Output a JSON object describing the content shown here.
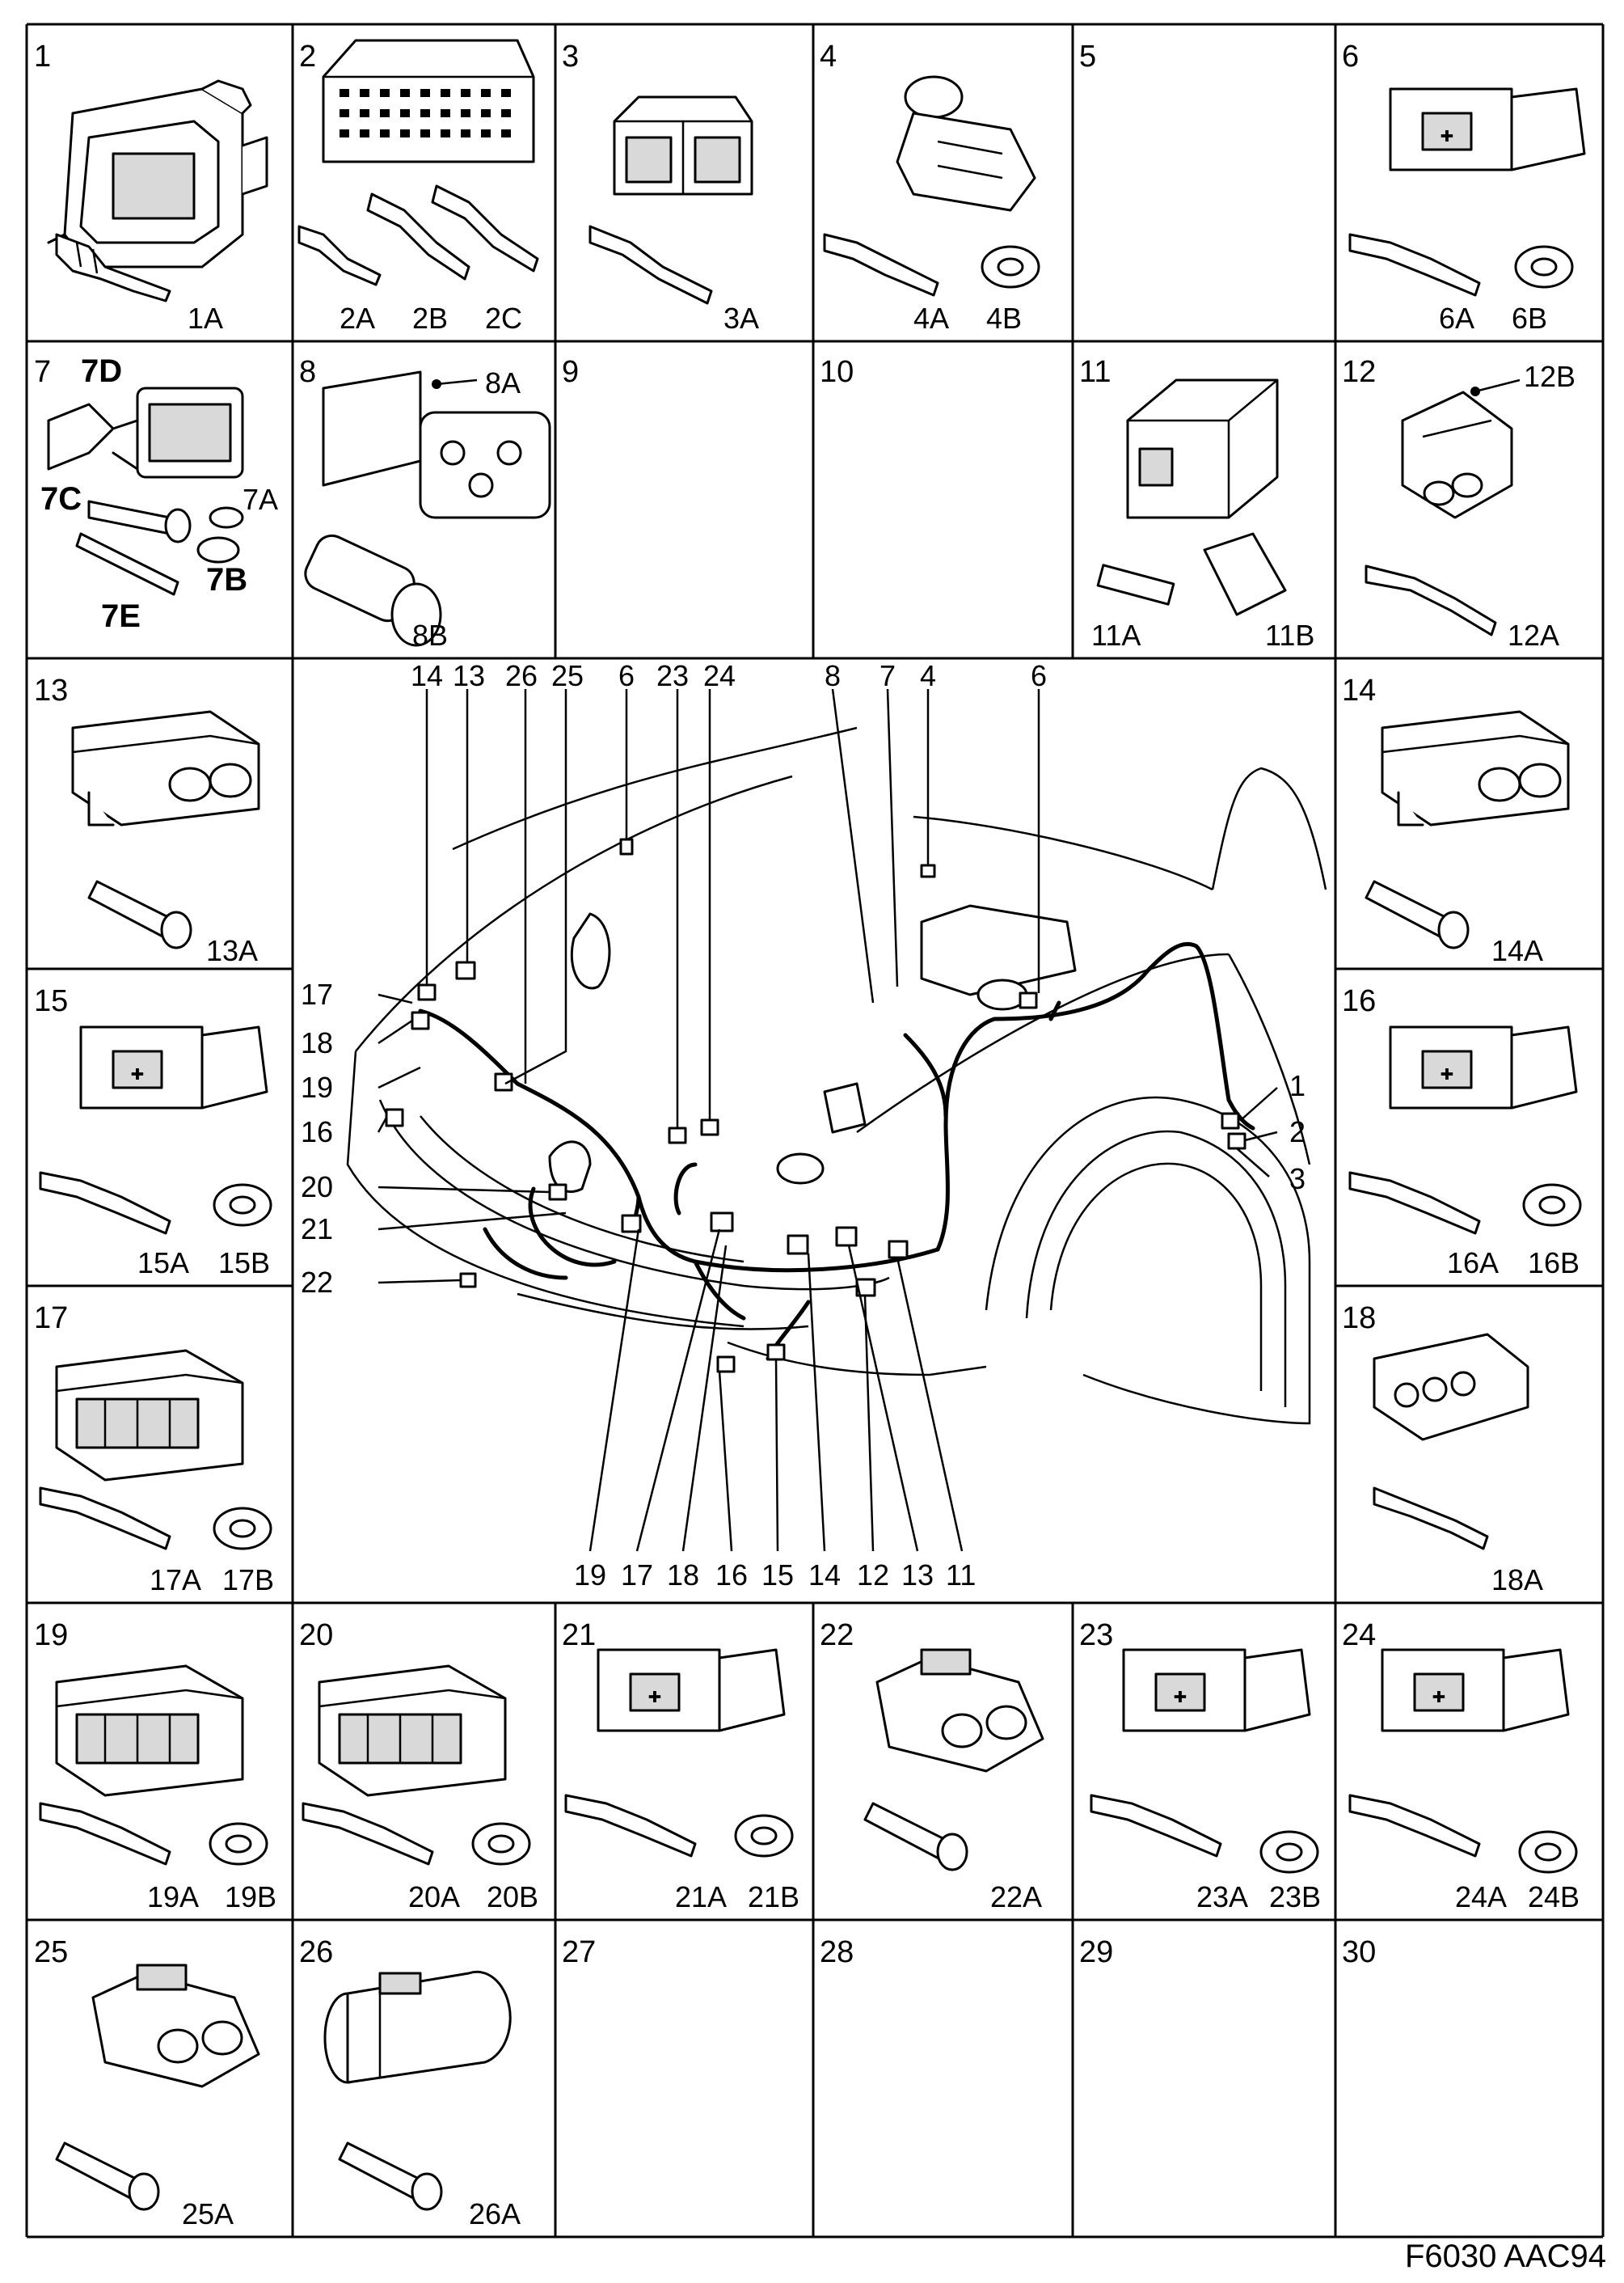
{
  "figure_code": "F6030 AAC94",
  "cells": [
    {
      "num": "1",
      "parts": [
        "1A"
      ]
    },
    {
      "num": "2",
      "parts": [
        "2A",
        "2B",
        "2C"
      ]
    },
    {
      "num": "3",
      "parts": [
        "3A"
      ]
    },
    {
      "num": "4",
      "parts": [
        "4A",
        "4B"
      ]
    },
    {
      "num": "5",
      "parts": []
    },
    {
      "num": "6",
      "parts": [
        "6A",
        "6B"
      ]
    },
    {
      "num": "7",
      "parts": [
        "7D",
        "7C",
        "7A",
        "7B",
        "7E"
      ]
    },
    {
      "num": "8",
      "parts": [
        "8A",
        "8B"
      ]
    },
    {
      "num": "9",
      "parts": []
    },
    {
      "num": "10",
      "parts": []
    },
    {
      "num": "11",
      "parts": [
        "11A",
        "11B"
      ]
    },
    {
      "num": "12",
      "parts": [
        "12B",
        "12A"
      ]
    },
    {
      "num": "13",
      "parts": [
        "13A"
      ]
    },
    {
      "num": "14",
      "parts": [
        "14A"
      ]
    },
    {
      "num": "15",
      "parts": [
        "15A",
        "15B"
      ]
    },
    {
      "num": "16",
      "parts": [
        "16A",
        "16B"
      ]
    },
    {
      "num": "17",
      "parts": [
        "17A",
        "17B"
      ]
    },
    {
      "num": "18",
      "parts": [
        "18A"
      ]
    },
    {
      "num": "19",
      "parts": [
        "19A",
        "19B"
      ]
    },
    {
      "num": "20",
      "parts": [
        "20A",
        "20B"
      ]
    },
    {
      "num": "21",
      "parts": [
        "21A",
        "21B"
      ]
    },
    {
      "num": "22",
      "parts": [
        "22A"
      ]
    },
    {
      "num": "23",
      "parts": [
        "23A",
        "23B"
      ]
    },
    {
      "num": "24",
      "parts": [
        "24A",
        "24B"
      ]
    },
    {
      "num": "25",
      "parts": [
        "25A"
      ]
    },
    {
      "num": "26",
      "parts": [
        "26A"
      ]
    },
    {
      "num": "27",
      "parts": []
    },
    {
      "num": "28",
      "parts": []
    },
    {
      "num": "29",
      "parts": []
    },
    {
      "num": "30",
      "parts": []
    }
  ],
  "overview": {
    "top_callouts": [
      "14",
      "13",
      "26",
      "25",
      "6",
      "23",
      "24",
      "8",
      "7",
      "4",
      "6"
    ],
    "left_callouts": [
      "17",
      "18",
      "19",
      "16",
      "20",
      "21",
      "22"
    ],
    "right_callouts": [
      "1",
      "2",
      "3"
    ],
    "bottom_callouts": [
      "19",
      "17",
      "18",
      "16",
      "15",
      "14",
      "12",
      "13",
      "11"
    ]
  }
}
